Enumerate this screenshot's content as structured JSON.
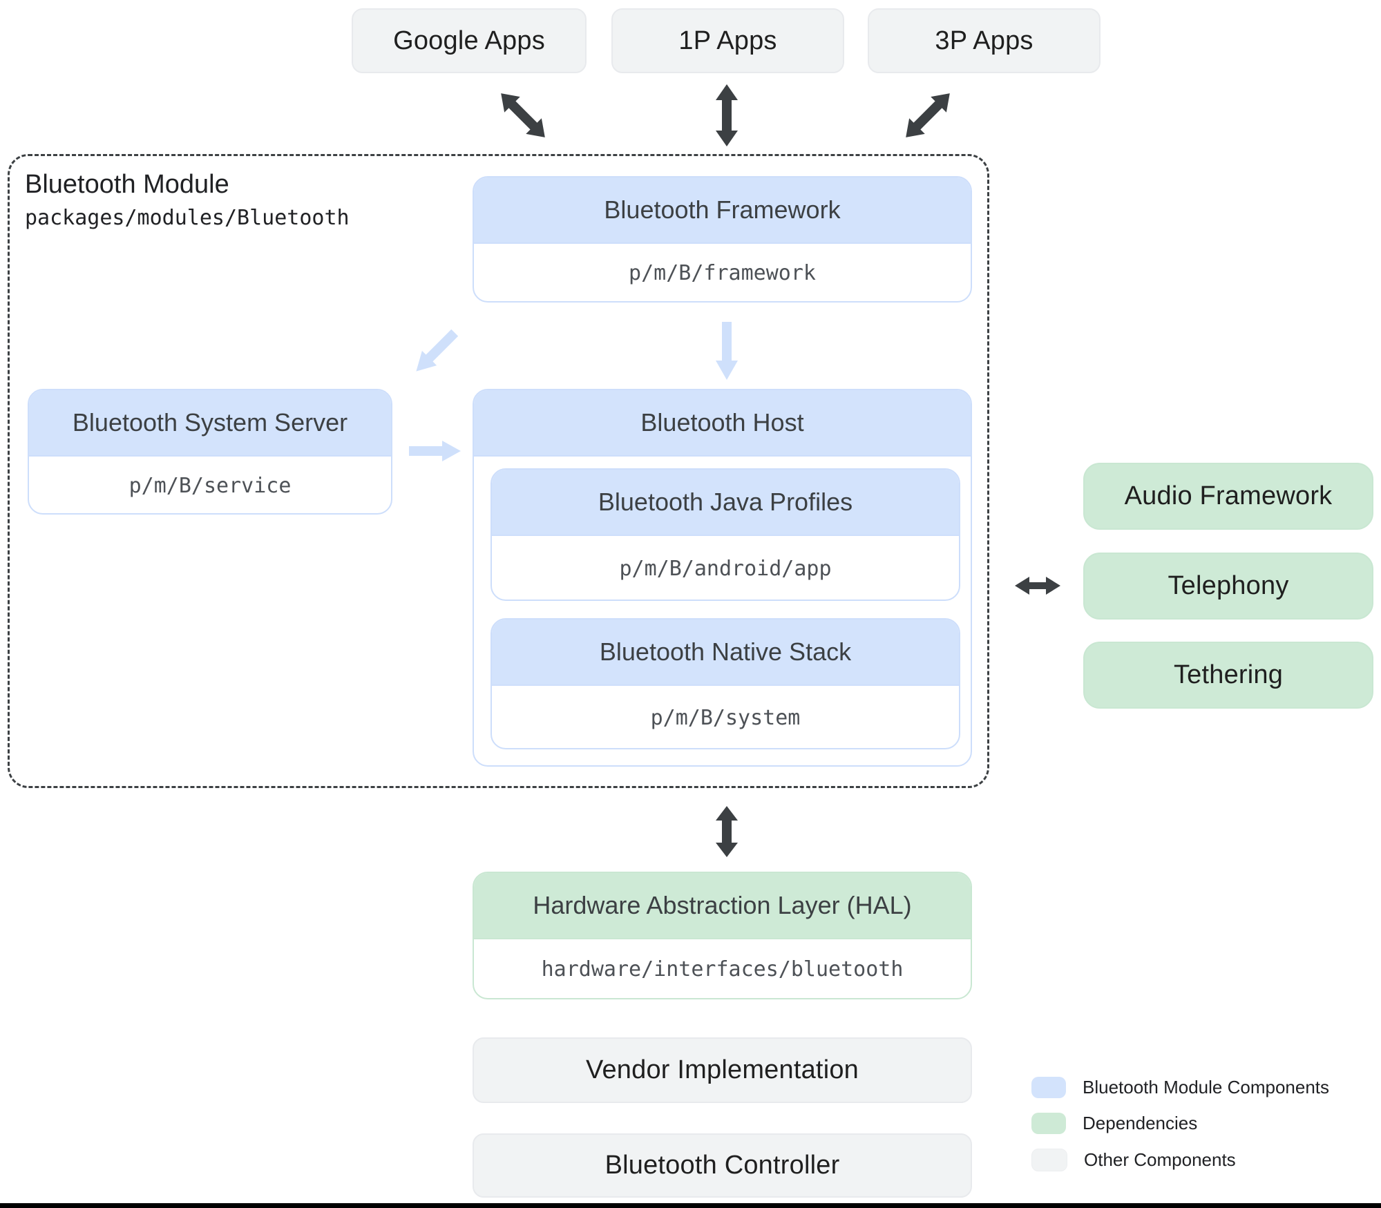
{
  "top_apps": {
    "google_label": "Google Apps",
    "first_party_label": "1P Apps",
    "third_party_label": "3P Apps"
  },
  "module": {
    "title": "Bluetooth Module",
    "path": "packages/modules/Bluetooth",
    "framework": {
      "title": "Bluetooth Framework",
      "path": "p/m/B/framework"
    },
    "system_server": {
      "title": "Bluetooth System Server",
      "path": "p/m/B/service"
    },
    "host": {
      "title": "Bluetooth Host"
    },
    "java_profiles": {
      "title": "Bluetooth Java Profiles",
      "path": "p/m/B/android/app"
    },
    "native_stack": {
      "title": "Bluetooth Native Stack",
      "path": "p/m/B/system"
    }
  },
  "dependencies": {
    "audio_label": "Audio Framework",
    "telephony_label": "Telephony",
    "tethering_label": "Tethering"
  },
  "hal": {
    "title": "Hardware Abstraction Layer (HAL)",
    "path": "hardware/interfaces/bluetooth"
  },
  "other_components": {
    "vendor_label": "Vendor Implementation",
    "controller_label": "Bluetooth Controller"
  },
  "legend": {
    "items": [
      {
        "label": "Bluetooth Module Components",
        "color": "#d3e3fc"
      },
      {
        "label": "Dependencies",
        "color": "#ceead6"
      },
      {
        "label": "Other Components",
        "color": "#f1f3f4"
      }
    ]
  },
  "colors": {
    "module_component_fill": "#d3e3fc",
    "dependency_fill": "#ceead6",
    "other_component_fill": "#f1f3f4",
    "dark_arrow": "#3c4043",
    "light_arrow": "#cfe0fb"
  }
}
